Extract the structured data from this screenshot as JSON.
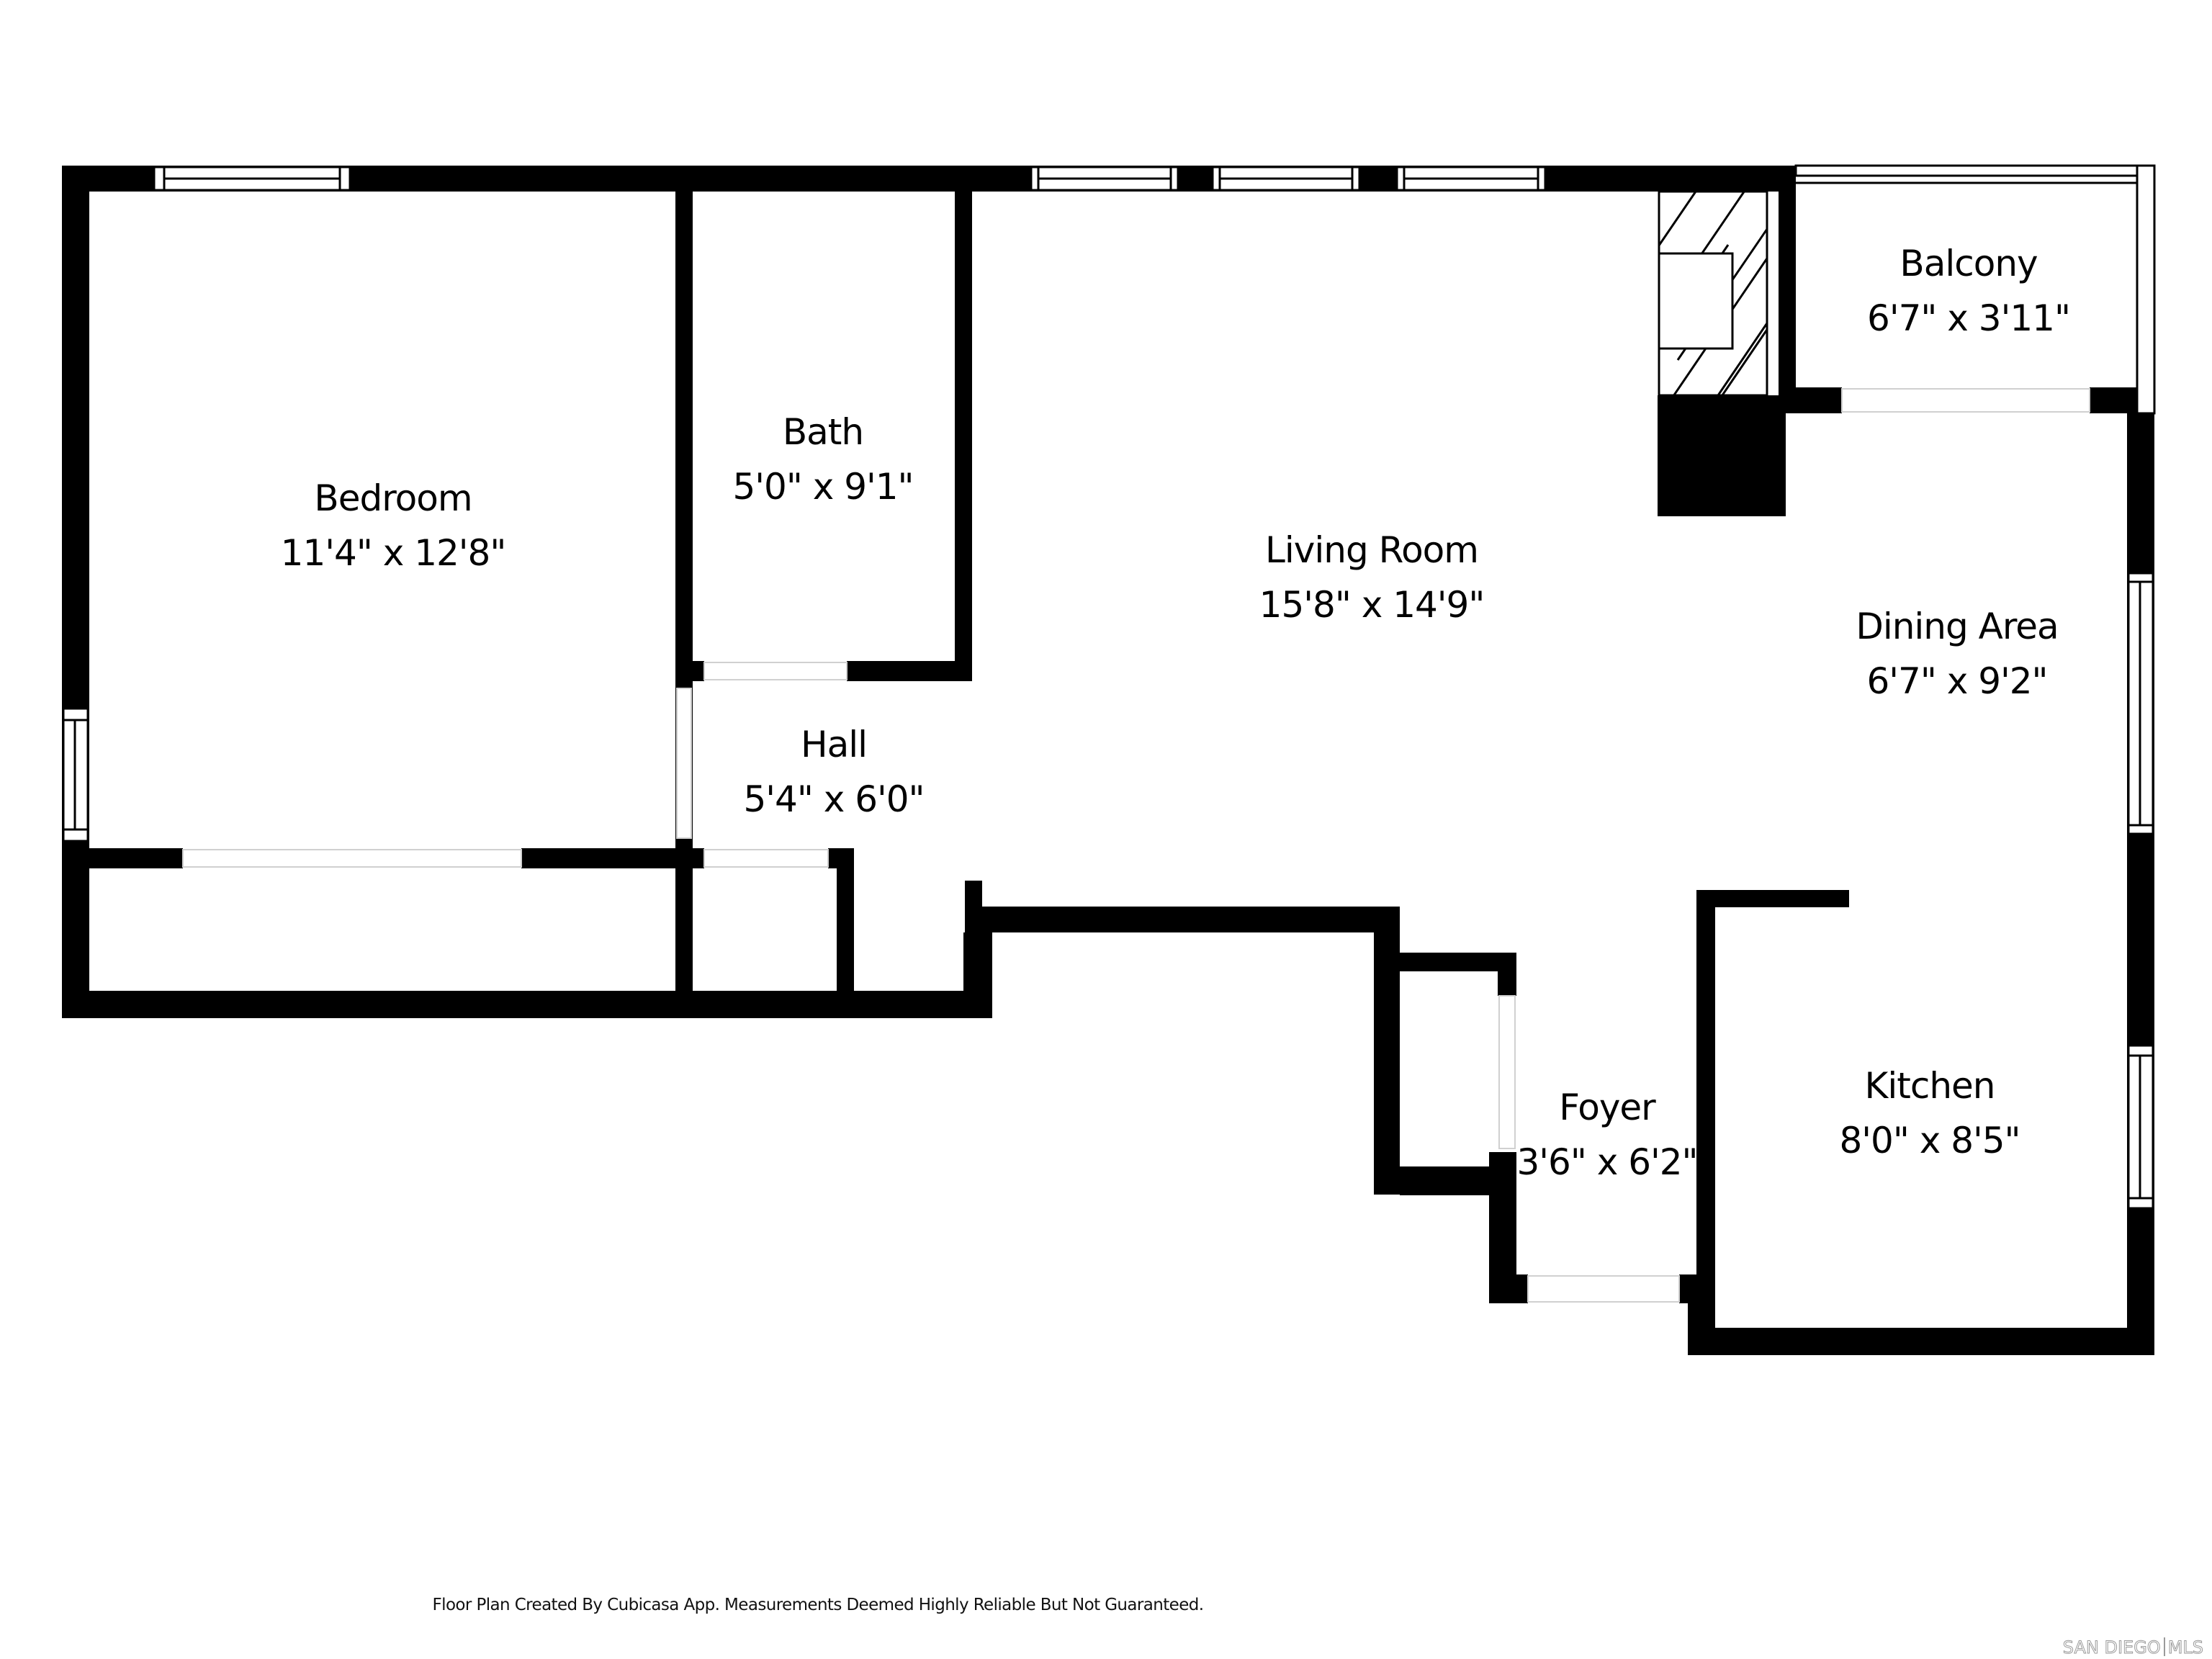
{
  "floor_plan": {
    "rooms": [
      {
        "id": "bedroom",
        "name": "Bedroom",
        "dimensions": "11'4\" x 12'8\""
      },
      {
        "id": "bath",
        "name": "Bath",
        "dimensions": "5'0\" x 9'1\""
      },
      {
        "id": "living_room",
        "name": "Living Room",
        "dimensions": "15'8\" x 14'9\""
      },
      {
        "id": "balcony",
        "name": "Balcony",
        "dimensions": "6'7\" x 3'11\""
      },
      {
        "id": "dining_area",
        "name": "Dining Area",
        "dimensions": "6'7\" x 9'2\""
      },
      {
        "id": "hall",
        "name": "Hall",
        "dimensions": "5'4\" x 6'0\""
      },
      {
        "id": "foyer",
        "name": "Foyer",
        "dimensions": "3'6\" x 6'2\""
      },
      {
        "id": "kitchen",
        "name": "Kitchen",
        "dimensions": "8'0\" x 8'5\""
      }
    ],
    "fixtures": [
      "fireplace-icon"
    ],
    "colors": {
      "wall": "#000000",
      "background": "#ffffff",
      "logo": "#9a9a9a"
    }
  },
  "footer": {
    "disclaimer": "Floor Plan Created By Cubicasa App. Measurements Deemed Highly Reliable But Not Guaranteed.",
    "logo_left": "SAN DIEGO",
    "logo_right": "MLS"
  }
}
